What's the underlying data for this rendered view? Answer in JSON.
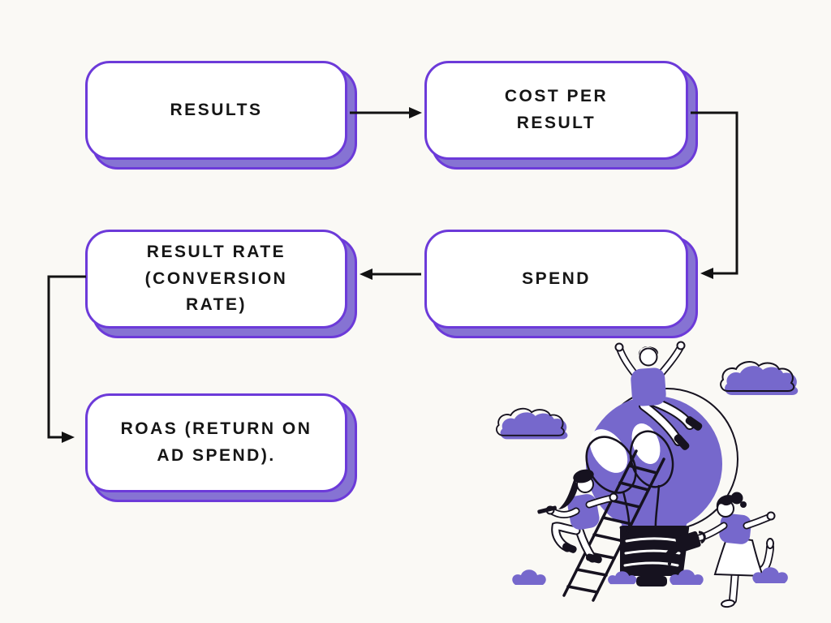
{
  "page": {
    "background": "#FAF9F5"
  },
  "diagram": {
    "nodes": [
      {
        "id": "results",
        "label": "RESULTS"
      },
      {
        "id": "cost_per_result",
        "label": "COST PER RESULT"
      },
      {
        "id": "result_rate",
        "label": "RESULT RATE (CONVERSION RATE)"
      },
      {
        "id": "spend",
        "label": "SPEND"
      },
      {
        "id": "roas",
        "label": "ROAS (RETURN ON AD SPEND)."
      }
    ],
    "edges": [
      {
        "from": "results",
        "to": "cost_per_result",
        "path": "right"
      },
      {
        "from": "cost_per_result",
        "to": "spend",
        "path": "right-then-down-then-left"
      },
      {
        "from": "spend",
        "to": "result_rate",
        "path": "left"
      },
      {
        "from": "result_rate",
        "to": "roas",
        "path": "left-then-down-then-right"
      }
    ],
    "colors": {
      "background": "#FAF9F5",
      "box_fill": "#FFFFFF",
      "box_border": "#6C3AD9",
      "box_shadow": "#8673D3",
      "arrow": "#121212",
      "text": "#161616",
      "illustration_purple": "#7668CC",
      "illustration_outline": "#16121F"
    },
    "illustration": {
      "name": "team-around-lightbulb",
      "elements": [
        "lightbulb",
        "ladder",
        "person-on-bulb",
        "person-left",
        "person-right",
        "watering-can",
        "clouds",
        "bushes"
      ]
    }
  }
}
